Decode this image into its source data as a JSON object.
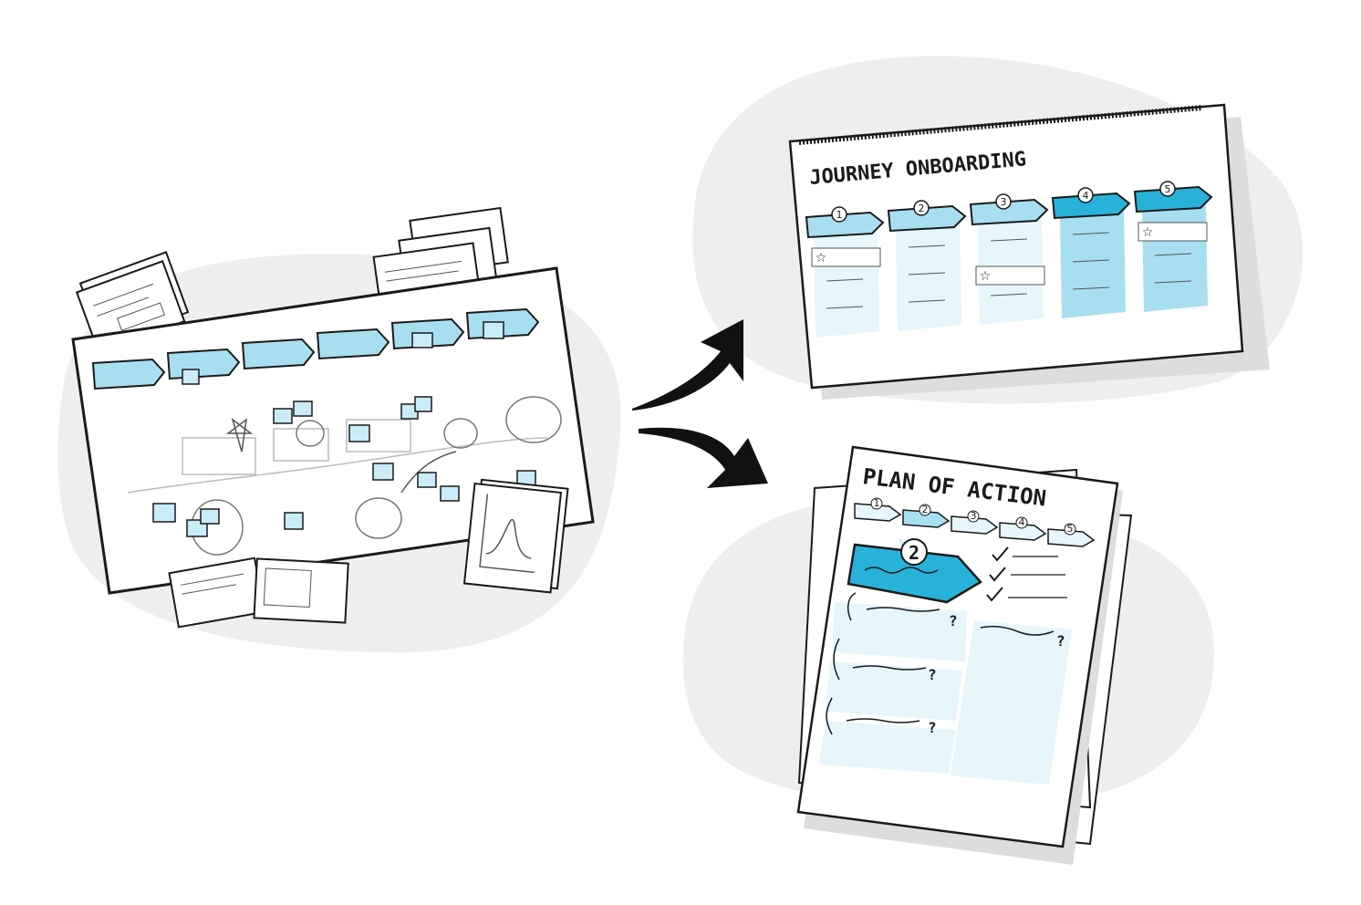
{
  "colors": {
    "background_blob": "#eeeeee",
    "light_blue": "#a8dff0",
    "pale_blue": "#e6f6fb",
    "accent_blue": "#29b2d9",
    "ink": "#1a1a1a"
  },
  "journey_board": {
    "title": "JOURNEY ONBOARDING",
    "steps": [
      "1",
      "2",
      "3",
      "4",
      "5"
    ]
  },
  "plan_document": {
    "title": "PLAN OF ACTION",
    "steps": [
      "1",
      "2",
      "3",
      "4",
      "5"
    ],
    "highlighted_step": "2",
    "question_marks": [
      "?",
      "?",
      "?",
      "?"
    ]
  },
  "icons": [
    "arrow-right-up-icon",
    "arrow-right-down-icon",
    "star-icon",
    "checkmark-icon"
  ]
}
